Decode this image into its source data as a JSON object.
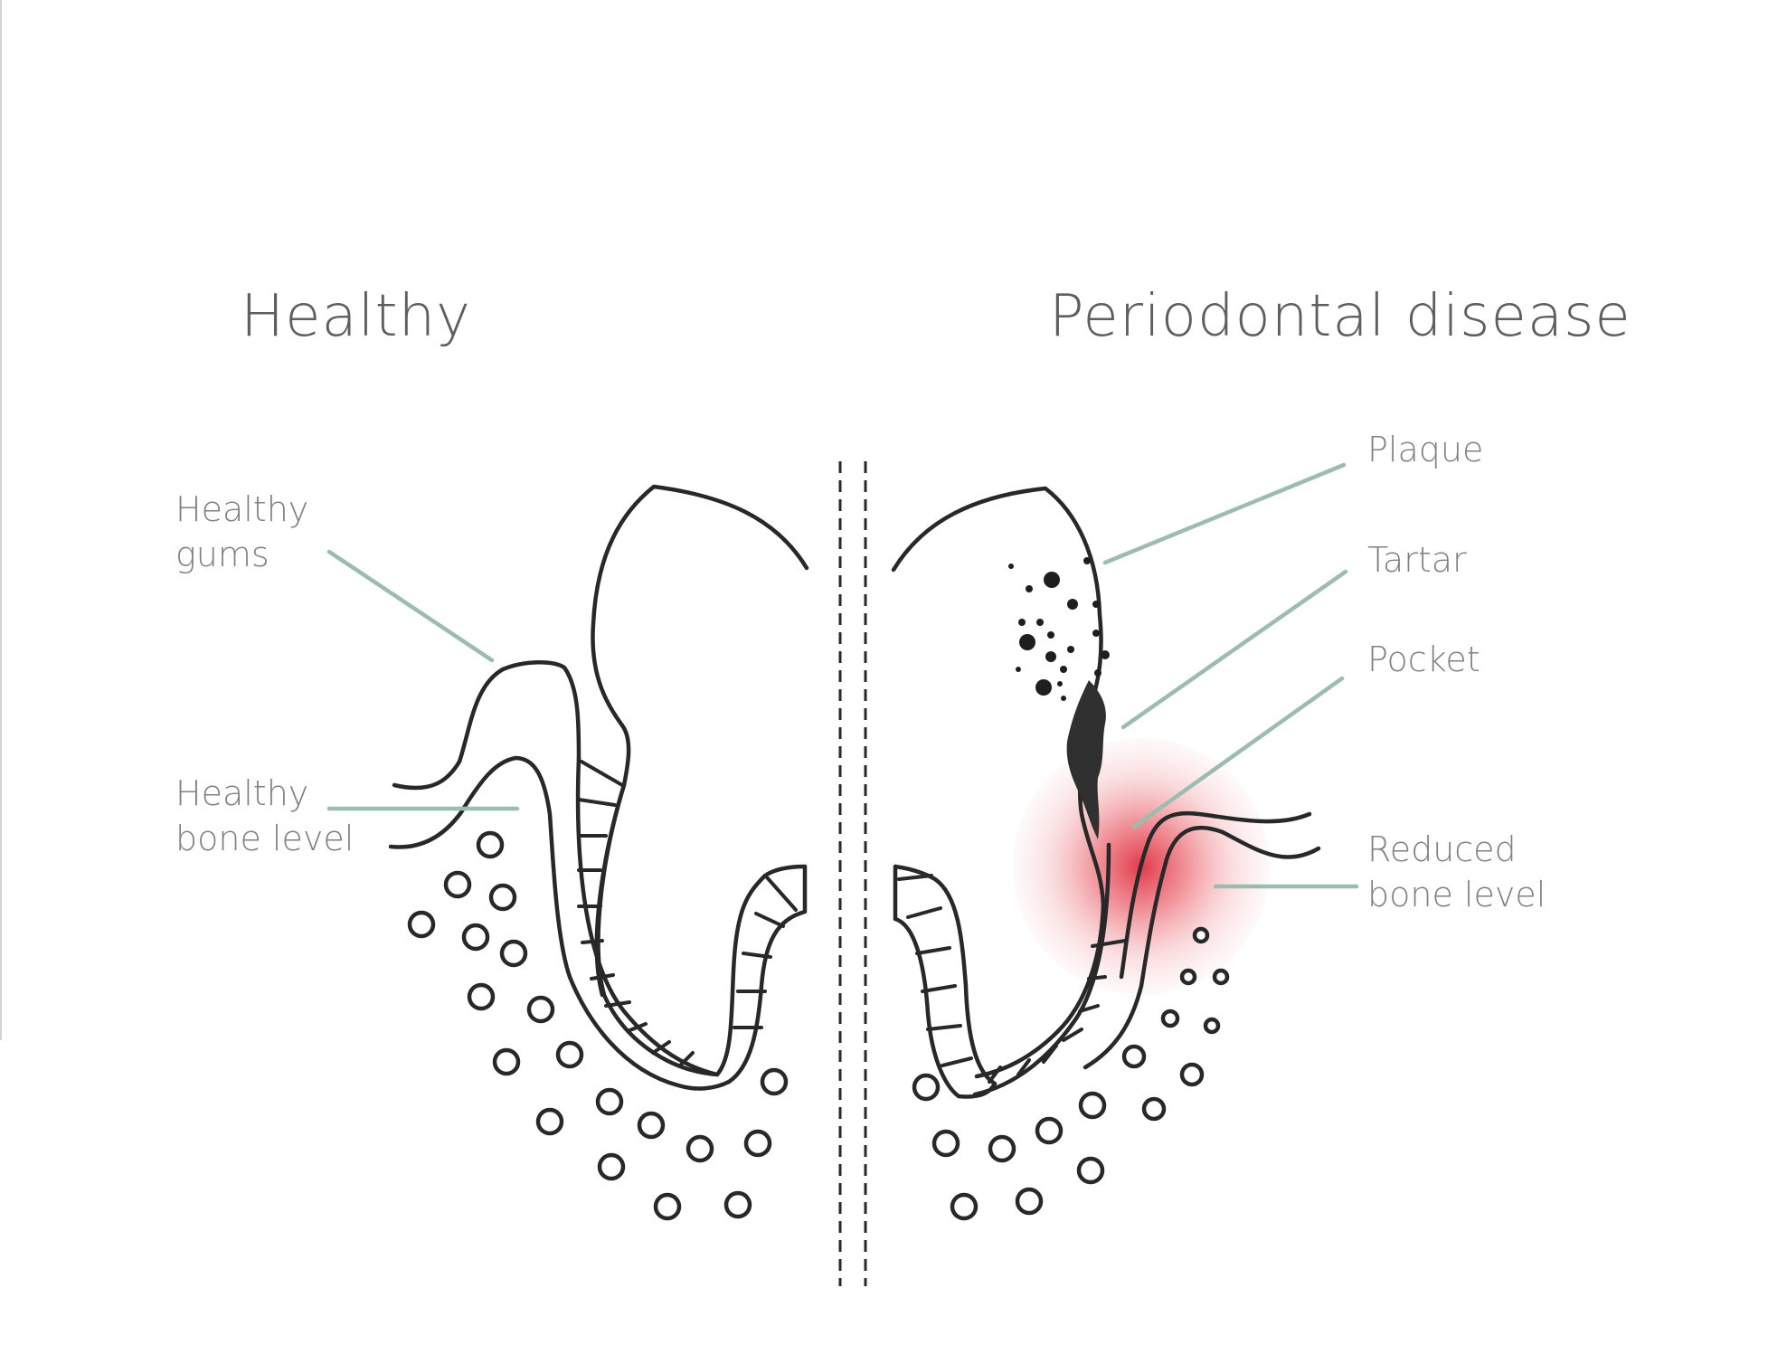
{
  "titles": {
    "healthy": "Healthy",
    "disease": "Periodontal disease"
  },
  "labels": {
    "healthy_gums": [
      "Healthy",
      "gums"
    ],
    "healthy_bone_level": [
      "Healthy",
      "bone level"
    ],
    "plaque": [
      "Plaque"
    ],
    "tartar": [
      "Tartar"
    ],
    "pocket": [
      "Pocket"
    ],
    "reduced_bone_level": [
      "Reduced",
      "bone level"
    ]
  },
  "colors": {
    "outline": "#282828",
    "leader_line": "#9cbcaf",
    "label_text": "#808080",
    "title_text": "#5e5e5e",
    "inflammation": "#e03040",
    "background": "#ffffff"
  }
}
